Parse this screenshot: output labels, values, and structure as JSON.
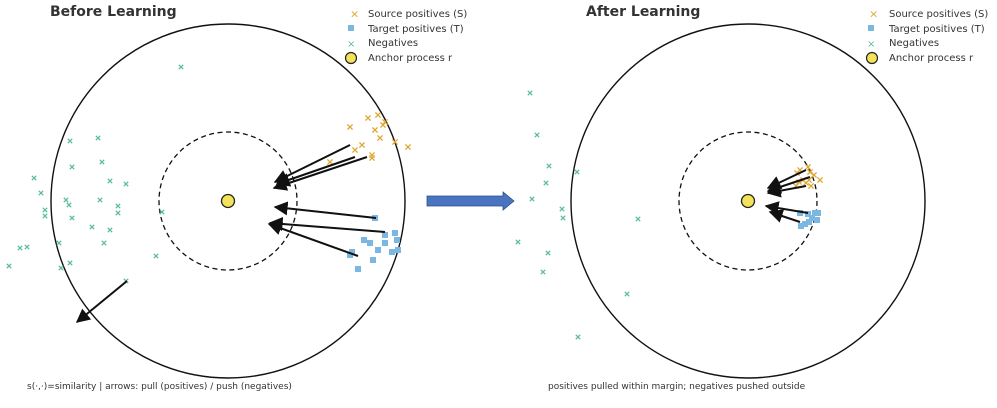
{
  "colors": {
    "source": "#E0A62F",
    "target": "#7BB7E1",
    "negative": "#5DBE99",
    "anchor_fill": "#F2E35A",
    "anchor_stroke": "#222222",
    "arrow": "#111111",
    "transition_arrow": "#4A74BF"
  },
  "legend": {
    "source": "Source positives (S)",
    "target": "Target positives (T)",
    "negative": "Negatives",
    "anchor": "Anchor process r"
  },
  "panels": [
    {
      "title": "Before Learning",
      "caption": "s(·,·)=similarity  |  arrows: pull (positives) / push (negatives)",
      "source_points": [
        [
          350,
          127
        ],
        [
          368,
          118
        ],
        [
          375,
          130
        ],
        [
          385,
          122
        ],
        [
          395,
          142
        ],
        [
          408,
          147
        ],
        [
          330,
          162
        ],
        [
          355,
          150
        ],
        [
          362,
          145
        ],
        [
          372,
          155
        ],
        [
          380,
          138
        ],
        [
          383,
          125
        ],
        [
          378,
          115
        ],
        [
          372,
          158
        ]
      ],
      "target_points": [
        [
          375,
          218
        ],
        [
          364,
          240
        ],
        [
          370,
          243
        ],
        [
          385,
          235
        ],
        [
          385,
          243
        ],
        [
          395,
          233
        ],
        [
          397,
          240
        ],
        [
          398,
          250
        ],
        [
          392,
          252
        ],
        [
          378,
          250
        ],
        [
          352,
          252
        ],
        [
          350,
          255
        ],
        [
          358,
          269
        ],
        [
          373,
          260
        ]
      ],
      "negative_points": [
        [
          181,
          67
        ],
        [
          98,
          138
        ],
        [
          70,
          141
        ],
        [
          102,
          162
        ],
        [
          72,
          167
        ],
        [
          110,
          181
        ],
        [
          126,
          184
        ],
        [
          41,
          193
        ],
        [
          100,
          200
        ],
        [
          118,
          206
        ],
        [
          118,
          213
        ],
        [
          34,
          178
        ],
        [
          45,
          210
        ],
        [
          45,
          216
        ],
        [
          66,
          200
        ],
        [
          69,
          205
        ],
        [
          72,
          218
        ],
        [
          92,
          227
        ],
        [
          110,
          230
        ],
        [
          104,
          243
        ],
        [
          59,
          243
        ],
        [
          27,
          247
        ],
        [
          20,
          248
        ],
        [
          9,
          266
        ],
        [
          70,
          263
        ],
        [
          61,
          268
        ],
        [
          156,
          256
        ],
        [
          162,
          212
        ],
        [
          126,
          281
        ]
      ],
      "arrows": [
        [
          350,
          145,
          275,
          182
        ],
        [
          355,
          157,
          277,
          184
        ],
        [
          367,
          157,
          274,
          188
        ],
        [
          376,
          218,
          275,
          207
        ],
        [
          385,
          232,
          270,
          223
        ],
        [
          358,
          256,
          269,
          224
        ],
        [
          127,
          281,
          77,
          322
        ]
      ]
    },
    {
      "title": "After Learning",
      "caption": "positives pulled within margin; negatives pushed outside",
      "source_points": [
        [
          800,
          170
        ],
        [
          808,
          167
        ],
        [
          814,
          175
        ],
        [
          820,
          180
        ],
        [
          803,
          180
        ],
        [
          796,
          186
        ],
        [
          806,
          183
        ],
        [
          810,
          172
        ],
        [
          799,
          182
        ],
        [
          809,
          180
        ],
        [
          811,
          186
        ],
        [
          797,
          173
        ]
      ],
      "target_points": [
        [
          800,
          213
        ],
        [
          808,
          214
        ],
        [
          815,
          213
        ],
        [
          817,
          220
        ],
        [
          809,
          222
        ],
        [
          801,
          226
        ],
        [
          805,
          224
        ],
        [
          812,
          218
        ],
        [
          818,
          213
        ]
      ],
      "negative_points": [
        [
          530,
          93
        ],
        [
          537,
          135
        ],
        [
          549,
          166
        ],
        [
          546,
          183
        ],
        [
          577,
          172
        ],
        [
          532,
          199
        ],
        [
          562,
          209
        ],
        [
          563,
          218
        ],
        [
          638,
          219
        ],
        [
          518,
          242
        ],
        [
          548,
          253
        ],
        [
          543,
          272
        ],
        [
          627,
          294
        ],
        [
          578,
          337
        ]
      ],
      "arrows": [
        [
          806,
          170,
          768,
          188
        ],
        [
          810,
          177,
          768,
          191
        ],
        [
          806,
          186,
          768,
          193
        ],
        [
          808,
          213,
          766,
          206
        ],
        [
          800,
          222,
          770,
          212
        ]
      ]
    }
  ]
}
